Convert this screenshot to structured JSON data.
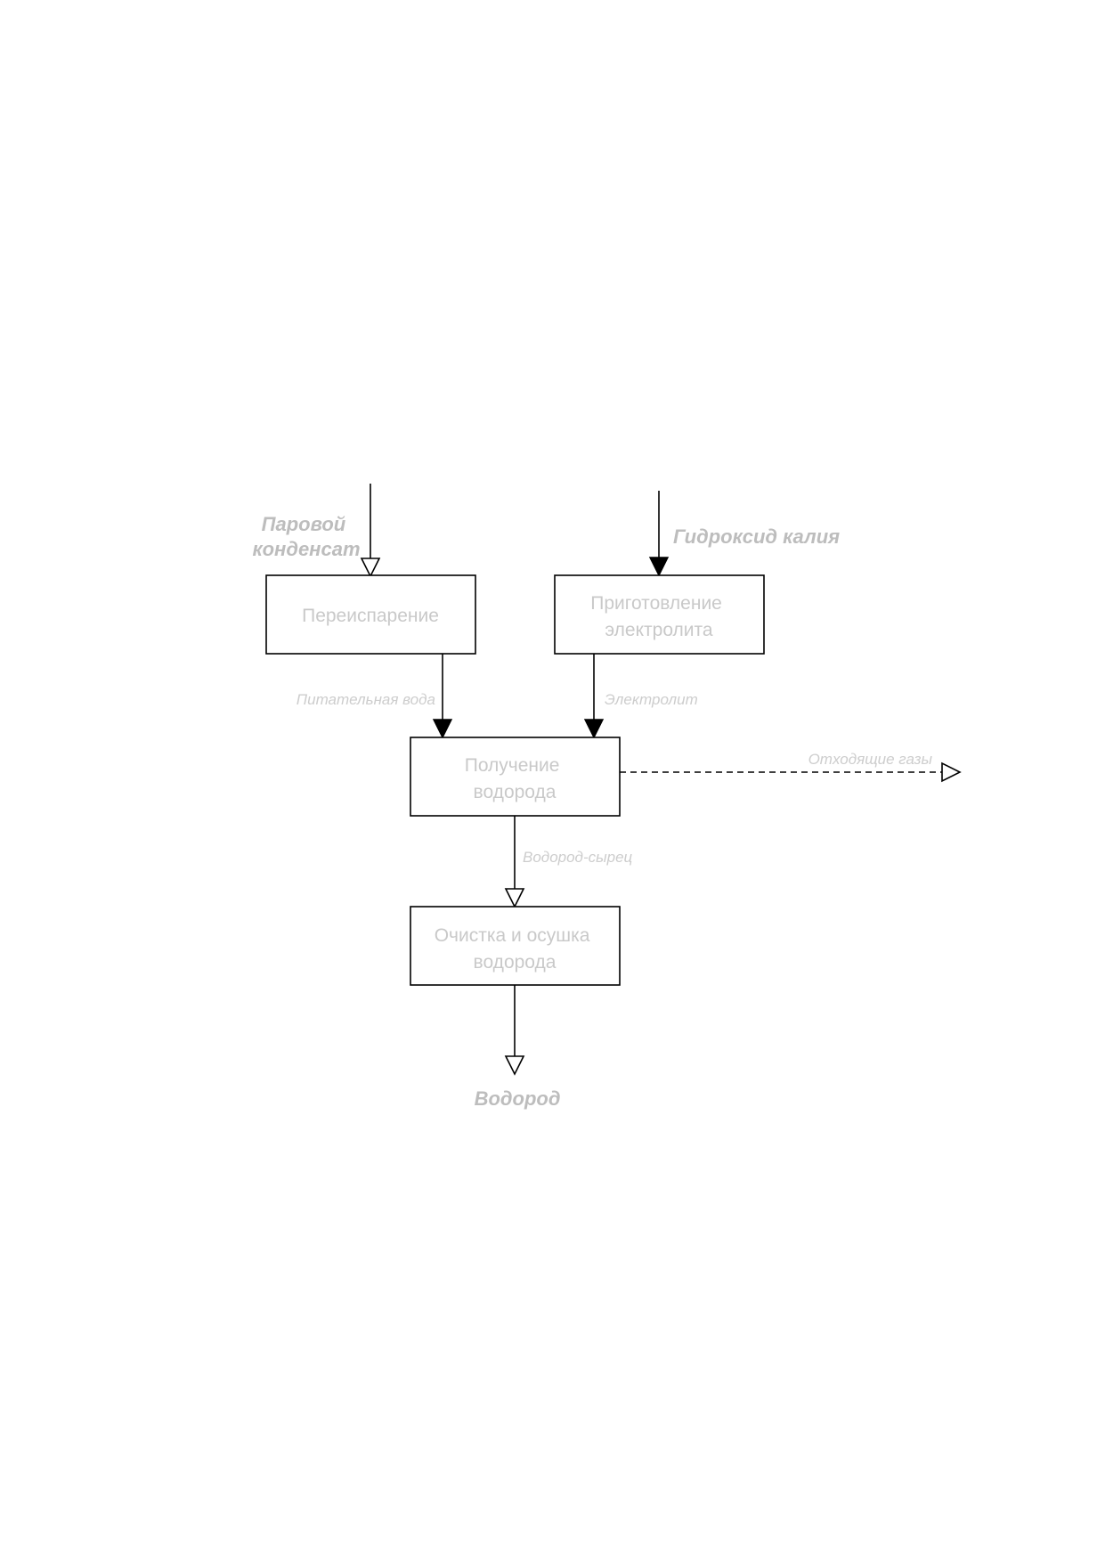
{
  "diagram": {
    "boxes": {
      "reevaporation": {
        "line1": "Переиспарение",
        "line2": ""
      },
      "electrolyte_prep": {
        "line1": "Приготовление",
        "line2": "электролита"
      },
      "hydrogen_production": {
        "line1": "Получение",
        "line2": "водорода"
      },
      "purification": {
        "line1": "Очистка и осушка",
        "line2": "водорода"
      }
    },
    "inputs": {
      "steam_condensate": {
        "line1": "Паровой",
        "line2": "конденсат"
      },
      "potassium_hydroxide": "Гидроксид калия"
    },
    "flows": {
      "feed_water": "Питательная вода",
      "electrolyte": "Электролит",
      "raw_hydrogen": "Водород-сырец",
      "off_gases": "Отходящие газы"
    },
    "outputs": {
      "hydrogen": "Водород"
    }
  }
}
